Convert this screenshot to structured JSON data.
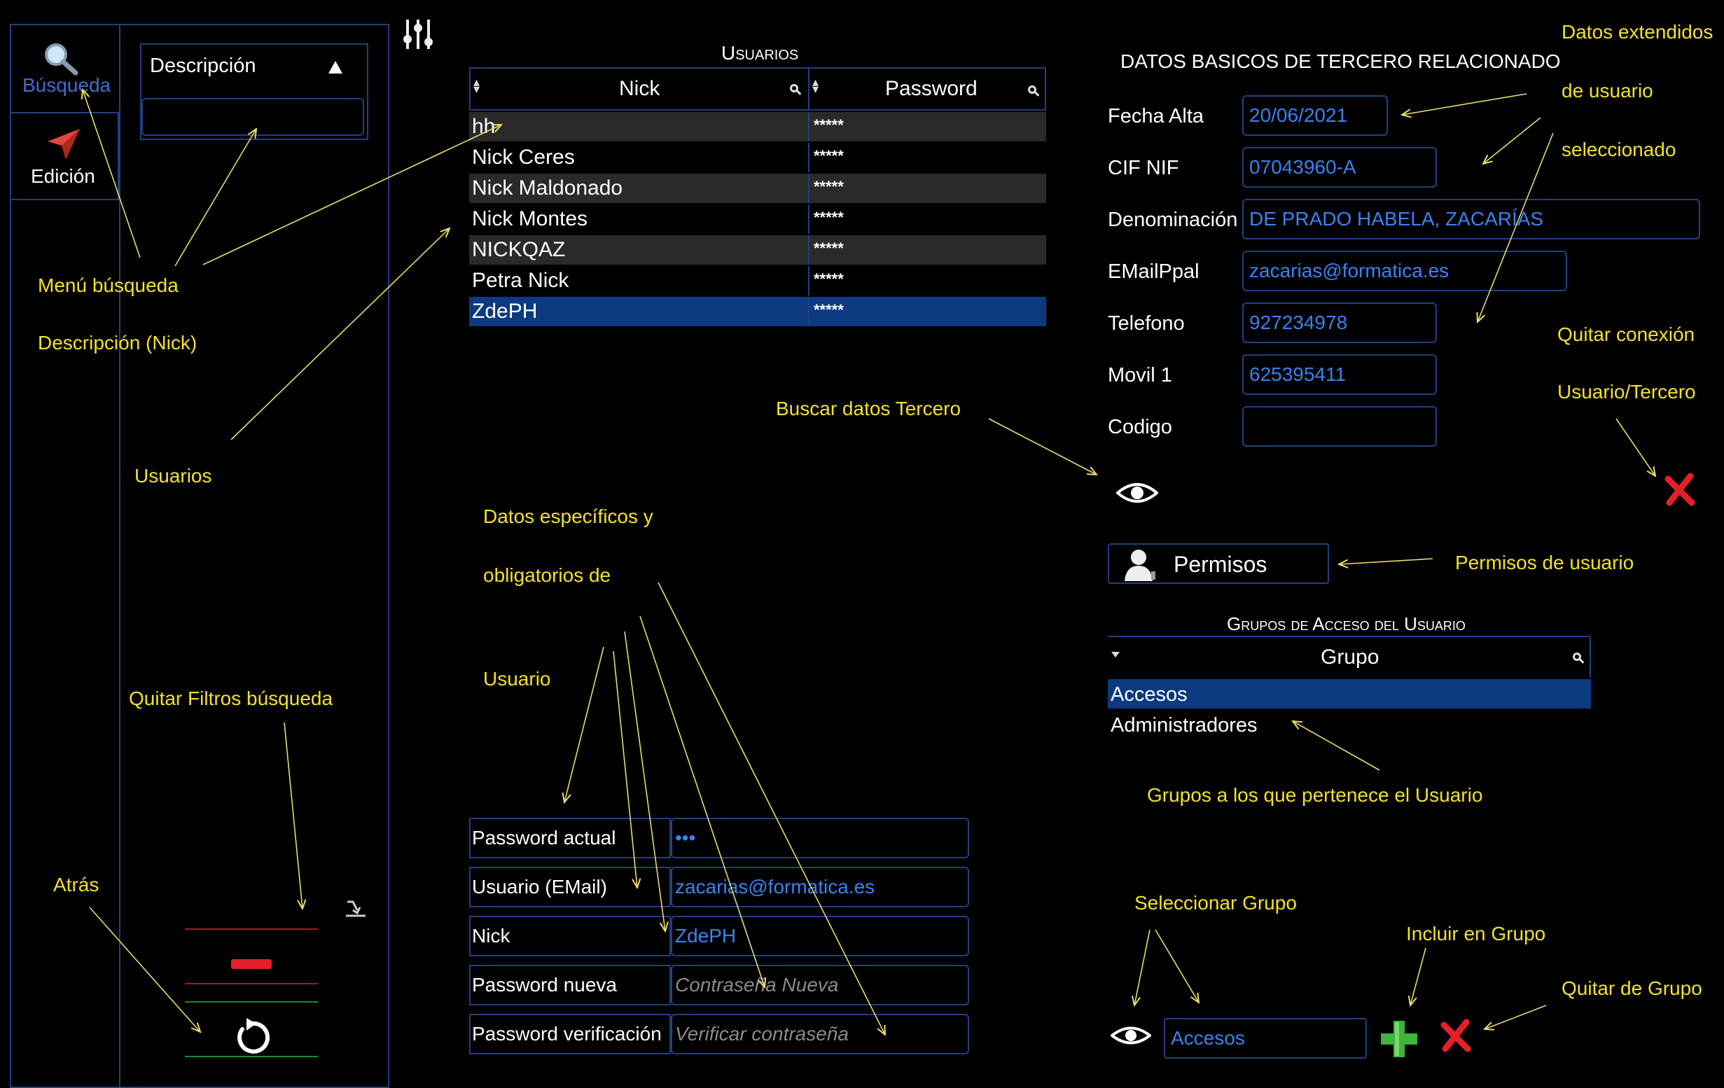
{
  "sidebar": {
    "busqueda_label": "Búsqueda",
    "edicion_label": "Edición",
    "filter_header": "Descripción",
    "filter_value": ""
  },
  "users_table": {
    "title": "Usuarios",
    "columns": [
      "Nick",
      "Password"
    ],
    "rows": [
      {
        "nick": "hh",
        "password": "*****"
      },
      {
        "nick": "Nick Ceres",
        "password": "*****"
      },
      {
        "nick": "Nick Maldonado",
        "password": "*****"
      },
      {
        "nick": "Nick Montes",
        "password": "*****"
      },
      {
        "nick": "NICKQAZ",
        "password": "*****"
      },
      {
        "nick": "Petra Nick",
        "password": "*****"
      },
      {
        "nick": "ZdePH",
        "password": "*****"
      }
    ],
    "selected_index": 6
  },
  "user_form": {
    "fields": [
      {
        "label": "Password actual",
        "value": "•••",
        "placeholder": ""
      },
      {
        "label": "Usuario (EMail)",
        "value": "zacarias@formatica.es",
        "placeholder": ""
      },
      {
        "label": "Nick",
        "value": "ZdePH",
        "placeholder": ""
      },
      {
        "label": "Password nueva",
        "value": "",
        "placeholder": "Contraseña Nueva"
      },
      {
        "label": "Password verificación",
        "value": "",
        "placeholder": "Verificar contraseña"
      }
    ]
  },
  "tercero": {
    "title": "DATOS BASICOS DE TERCERO RELACIONADO",
    "fields": [
      {
        "label": "Fecha Alta",
        "value": "20/06/2021"
      },
      {
        "label": "CIF NIF",
        "value": "07043960-A"
      },
      {
        "label": "Denominación",
        "value": "DE PRADO HABELA, ZACARÍAS"
      },
      {
        "label": "EMailPpal",
        "value": "zacarias@formatica.es"
      },
      {
        "label": "Telefono",
        "value": "927234978"
      },
      {
        "label": "Movil 1",
        "value": "625395411"
      },
      {
        "label": "Codigo",
        "value": ""
      }
    ]
  },
  "permisos_label": "Permisos",
  "groups_table": {
    "title": "Grupos de Acceso del Usuario",
    "column": "Grupo",
    "rows": [
      "Accesos",
      "Administradores"
    ],
    "selected_index": 0
  },
  "group_select_value": "Accesos",
  "annotations": {
    "menu_busqueda": "Menú búsqueda",
    "descripcion_nick": "Descripción (Nick)",
    "usuarios": "Usuarios",
    "quitar_filtros": "Quitar Filtros búsqueda",
    "atras": "Atrás",
    "datos_especificos_1": "Datos específicos y",
    "datos_especificos_2": "obligatorios de",
    "datos_especificos_3": "Usuario",
    "buscar_tercero": "Buscar datos Tercero",
    "datos_ext_1": "Datos extendidos",
    "datos_ext_2": "de usuario",
    "datos_ext_3": "seleccionado",
    "quitar_conexion_1": "Quitar conexión",
    "quitar_conexion_2": "Usuario/Tercero",
    "permisos_usuario": "Permisos de usuario",
    "grupos_pertenece": "Grupos a los que pertenece el Usuario",
    "seleccionar_grupo": "Seleccionar Grupo",
    "incluir_grupo": "Incluir en Grupo",
    "quitar_grupo": "Quitar de Grupo"
  },
  "colors": {
    "accent_blue": "#3b82f0",
    "border_blue": "#21407e",
    "selected_row": "#0b3a80",
    "annotation_yellow": "#f2e12a",
    "delete_red": "#e3202a",
    "add_green": "#3fb43a"
  }
}
